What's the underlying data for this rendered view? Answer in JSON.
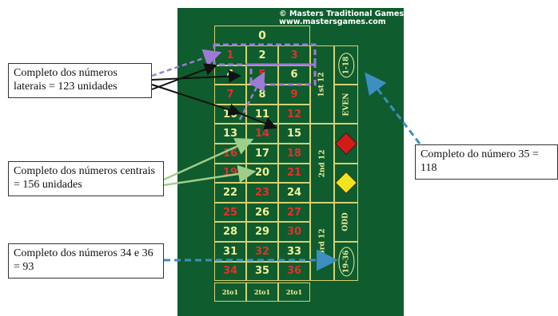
{
  "credit": {
    "line1": "© Masters Traditional Games",
    "line2": "www.mastersgames.com"
  },
  "table": {
    "zero": "0",
    "columns_label": "2to1",
    "rows": [
      [
        "1",
        "2",
        "3"
      ],
      [
        "4",
        "5",
        "6"
      ],
      [
        "7",
        "8",
        "9"
      ],
      [
        "10",
        "11",
        "12"
      ],
      [
        "13",
        "14",
        "15"
      ],
      [
        "16",
        "17",
        "18"
      ],
      [
        "19",
        "20",
        "21"
      ],
      [
        "22",
        "23",
        "24"
      ],
      [
        "25",
        "26",
        "27"
      ],
      [
        "28",
        "29",
        "30"
      ],
      [
        "31",
        "32",
        "33"
      ],
      [
        "34",
        "35",
        "36"
      ]
    ],
    "red_numbers": [
      "1",
      "3",
      "5",
      "7",
      "9",
      "12",
      "14",
      "16",
      "18",
      "19",
      "21",
      "23",
      "25",
      "27",
      "30",
      "32",
      "34",
      "36"
    ],
    "dozens": [
      "1st 12",
      "2nd 12",
      "3rd 12"
    ],
    "outside": [
      "1-18",
      "EVEN",
      "",
      "",
      "ODD",
      "19-36"
    ]
  },
  "notes": {
    "laterais": "Completo dos números laterais = 123 unidades",
    "centrais": "Completo dos números centrais = 156 unidades",
    "n34_36": "Completo dos números 34 e 36 = 93",
    "n35": "Completo do número 35 = 118"
  },
  "colors": {
    "felt": "#0f5c2e",
    "red": "#e2312b",
    "number": "#f3ef9a",
    "purple_dashed": "#9d7bd4",
    "arrow_blue": "#3c8fc0",
    "arrow_green": "#9ecf8a",
    "arrow_black": "#111111"
  }
}
